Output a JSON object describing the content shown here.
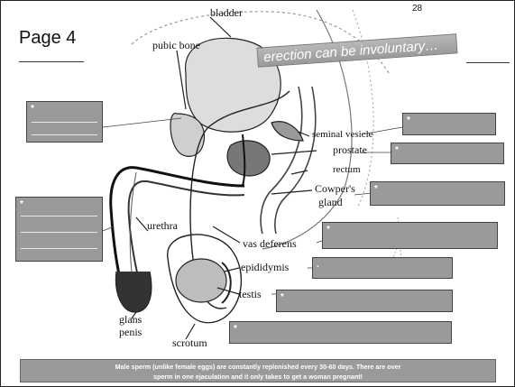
{
  "page": {
    "title": "Page 4",
    "number": "28"
  },
  "banner": {
    "text": "erection can be involuntary…"
  },
  "labels": {
    "bladder": "bladder",
    "pubic_bone": "pubic bone",
    "seminal_vesicle": "seminal vesicle",
    "prostate": "prostate",
    "rectum": "rectum",
    "cowpers_gland_line1": "Cowper's",
    "cowpers_gland_line2": "gland",
    "urethra": "urethra",
    "vas_deferens": "vas deferens",
    "epididymis": "epididymis",
    "testis": "testis",
    "glans_penis_line1": "glans",
    "glans_penis_line2": "penis",
    "scrotum": "scrotum"
  },
  "answer_boxes": {
    "marker": "*",
    "epididymis_marker": "."
  },
  "footer": {
    "line1": "Male sperm (unlike female eggs) are constantly replenished every 30-60 days.  There are over",
    "line2": "sperm in one ejaculation and it only takes                    to get a woman pregnant!"
  }
}
